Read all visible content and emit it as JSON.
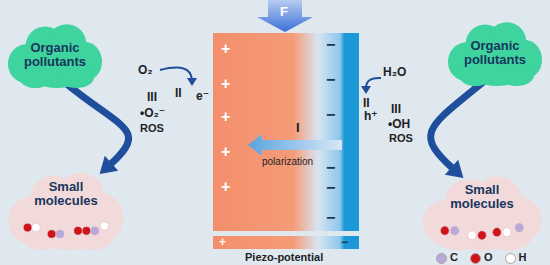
{
  "diagram": {
    "nodes": [
      {
        "text": [
          "Organic pollutants"
        ]
      },
      {
        "text": [
          "Small molecules"
        ]
      },
      {
        "text": [
          "Organic pollutants"
        ]
      },
      {
        "text": [
          "Small molecules"
        ]
      }
    ],
    "edges": [
      {
        "from": 0,
        "to": 1,
        "arrow": "to"
      },
      {
        "from": 2,
        "to": 3,
        "arrow": "to"
      }
    ],
    "labels": [
      "F",
      "O₂",
      "III",
      "II",
      "e⁻",
      "•O₂⁻",
      "ROS",
      "+",
      "+",
      "+",
      "+",
      "+",
      "−",
      "−",
      "−",
      "−",
      "−",
      "−",
      "I",
      "polarization",
      "+",
      "−",
      "Piezo-potential",
      "H₂O",
      "II",
      "h⁺",
      "III",
      "•OH",
      "ROS"
    ],
    "legend": [
      {
        "text": "C",
        "color": "#b7a9dc"
      },
      {
        "text": "O",
        "color": "#d0121b"
      },
      {
        "text": "H",
        "color": "#ffffff"
      }
    ]
  }
}
